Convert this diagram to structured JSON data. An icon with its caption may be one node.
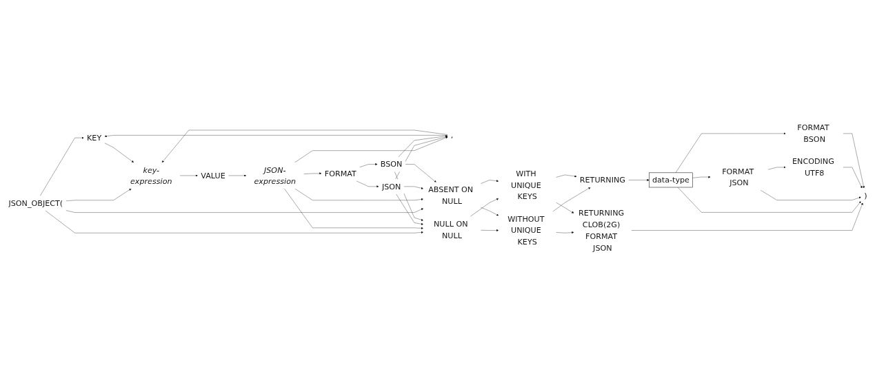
{
  "diagram": {
    "nodes": [
      {
        "text": [
          "JSON_OBJECT("
        ]
      },
      {
        "text": [
          ","
        ]
      },
      {
        "text": [
          "KEY"
        ]
      },
      {
        "text": [
          "key-expression"
        ]
      },
      {
        "text": [
          "VALUE"
        ]
      },
      {
        "text": [
          "JSON-expression"
        ]
      },
      {
        "text": [
          "FORMAT"
        ]
      },
      {
        "text": [
          "JSON"
        ]
      },
      {
        "text": [
          "BSON"
        ]
      },
      {
        "text": [
          "NULL ON NULL"
        ]
      },
      {
        "text": [
          "ABSENT ON NULL"
        ]
      },
      {
        "text": [
          "WITHOUT UNIQUE KEYS"
        ]
      },
      {
        "text": [
          "WITH UNIQUE KEYS"
        ]
      },
      {
        "text": [
          "RETURNING CLOB(2G) FORMAT JSON"
        ]
      },
      {
        "text": [
          "RETURNING"
        ]
      },
      {
        "text": [
          "data-type"
        ]
      },
      {
        "text": [
          "FORMAT JSON"
        ]
      },
      {
        "text": [
          "ENCODING UTF8"
        ]
      },
      {
        "text": [
          "FORMAT BSON"
        ]
      },
      {
        "text": [
          ")"
        ]
      }
    ],
    "edges": [
      {
        "from": 0,
        "to": 2,
        "arrow": "to"
      },
      {
        "from": 0,
        "to": 3,
        "arrow": "to"
      },
      {
        "from": 2,
        "to": 3,
        "arrow": "to"
      },
      {
        "from": 3,
        "to": 4,
        "arrow": "to"
      },
      {
        "from": 4,
        "to": 5,
        "arrow": "to"
      },
      {
        "from": 5,
        "to": 6,
        "arrow": "to"
      },
      {
        "from": 6,
        "to": 7,
        "arrow": "to"
      },
      {
        "from": 6,
        "to": 8,
        "arrow": "to"
      },
      {
        "from": 5,
        "to": 1,
        "arrow": "to"
      },
      {
        "from": 7,
        "to": 1,
        "arrow": "to"
      },
      {
        "from": 8,
        "to": 1,
        "arrow": "to"
      },
      {
        "from": 1,
        "to": 2,
        "arrow": "to"
      },
      {
        "from": 1,
        "to": 3,
        "arrow": "to"
      },
      {
        "from": 0,
        "to": 9,
        "arrow": "to"
      },
      {
        "from": 0,
        "to": 10,
        "arrow": "to"
      },
      {
        "from": 5,
        "to": 9,
        "arrow": "to"
      },
      {
        "from": 5,
        "to": 10,
        "arrow": "to"
      },
      {
        "from": 7,
        "to": 9,
        "arrow": "to"
      },
      {
        "from": 7,
        "to": 10,
        "arrow": "to"
      },
      {
        "from": 8,
        "to": 9,
        "arrow": "to"
      },
      {
        "from": 8,
        "to": 10,
        "arrow": "to"
      },
      {
        "from": 9,
        "to": 11,
        "arrow": "to"
      },
      {
        "from": 9,
        "to": 12,
        "arrow": "to"
      },
      {
        "from": 10,
        "to": 11,
        "arrow": "to"
      },
      {
        "from": 10,
        "to": 12,
        "arrow": "to"
      },
      {
        "from": 11,
        "to": 13,
        "arrow": "to"
      },
      {
        "from": 11,
        "to": 14,
        "arrow": "to"
      },
      {
        "from": 12,
        "to": 13,
        "arrow": "to"
      },
      {
        "from": 12,
        "to": 14,
        "arrow": "to"
      },
      {
        "from": 13,
        "to": 19,
        "arrow": "to"
      },
      {
        "from": 14,
        "to": 15,
        "arrow": "to"
      },
      {
        "from": 15,
        "to": 16,
        "arrow": "to"
      },
      {
        "from": 15,
        "to": 18,
        "arrow": "to"
      },
      {
        "from": 15,
        "to": 19,
        "arrow": "to"
      },
      {
        "from": 16,
        "to": 17,
        "arrow": "to"
      },
      {
        "from": 16,
        "to": 19,
        "arrow": "to"
      },
      {
        "from": 17,
        "to": 19,
        "arrow": "to"
      },
      {
        "from": 18,
        "to": 19,
        "arrow": "to"
      }
    ]
  }
}
